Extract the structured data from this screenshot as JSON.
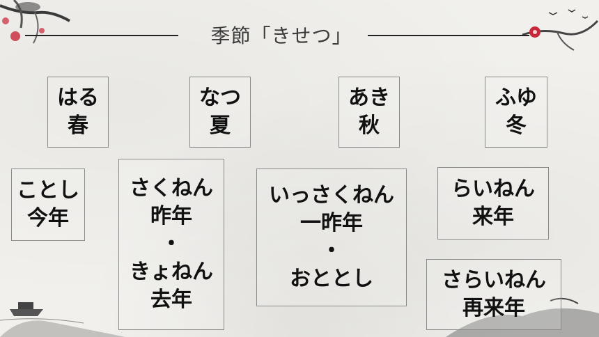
{
  "title": "季節「きせつ」",
  "colors": {
    "accent_red": "#c8283a",
    "ink": "#111111",
    "border": "#8a8a8a"
  },
  "seasons": [
    {
      "reading": "はる",
      "kanji": "春"
    },
    {
      "reading": "なつ",
      "kanji": "夏"
    },
    {
      "reading": "あき",
      "kanji": "秋"
    },
    {
      "reading": "ふゆ",
      "kanji": "冬"
    }
  ],
  "years": {
    "this_year": {
      "reading": "ことし",
      "kanji": "今年"
    },
    "last_year": {
      "reading1": "さくねん",
      "kanji1": "昨年",
      "separator": "・",
      "reading2": "きょねん",
      "kanji2": "去年"
    },
    "two_years_ago": {
      "reading1": "いっさくねん",
      "kanji1": "一昨年",
      "separator": "・",
      "reading2": "おととし"
    },
    "next_year": {
      "reading": "らいねん",
      "kanji": "来年"
    },
    "two_years_later": {
      "reading": "さらいねん",
      "kanji": "再来年"
    }
  }
}
